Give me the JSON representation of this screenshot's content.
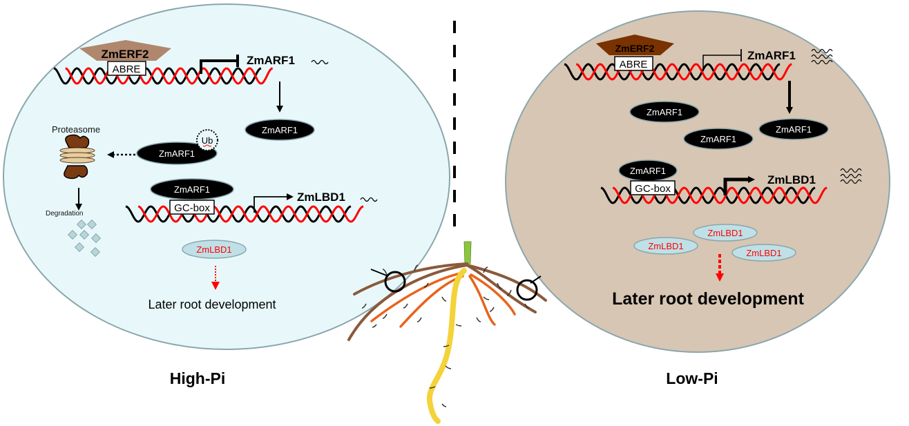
{
  "colors": {
    "high_pi_cell_fill": "#e8f8fa",
    "low_pi_cell_fill": "#d7c6b4",
    "cell_outline": "#8aa6ac",
    "dna_strand_a": "#000000",
    "dna_strand_b": "#ff0000",
    "erf2_high": "#b0876d",
    "erf2_low": "#7a3200",
    "protein_arf1": "#000000",
    "protein_lbd1_fill": "#bfe0e6",
    "protein_lbd1_text": "#ff0000",
    "degradation_fragment": "#b7d5da",
    "proteasome_cap": "#7a3a12",
    "proteasome_ring": "#e6cda0",
    "root_primary": "#f4d33a",
    "root_lateral_brown": "#8a5a3a",
    "root_lateral_orange": "#e8631a",
    "shoot": "#8cc63f"
  },
  "divider": {
    "style": "dashed"
  },
  "high_pi": {
    "condition_label": "High-Pi",
    "erf2_label": "ZmERF2",
    "abre_label": "ABRE",
    "arf1_gene_label": "ZmARF1",
    "arf1_expression_level": "low",
    "arf1_protein_label": "ZmARF1",
    "ub_arf1_label": "ZmARF1",
    "ub_label": "Ub",
    "proteasome_label": "Proteasome",
    "degradation_label": "Degradation",
    "bound_arf1_label": "ZmARF1",
    "gcbox_label": "GC-box",
    "lbd1_gene_label": "ZmLBD1",
    "lbd1_expression_level": "low",
    "lbd1_protein_label": "ZmLBD1",
    "outcome_label": "Later root development"
  },
  "low_pi": {
    "condition_label": "Low-Pi",
    "erf2_label": "ZmERF2",
    "abre_label": "ABRE",
    "arf1_gene_label": "ZmARF1",
    "arf1_expression_level": "high",
    "arf1_proteins": [
      "ZmARF1",
      "ZmARF1",
      "ZmARF1"
    ],
    "bound_arf1_label": "ZmARF1",
    "gcbox_label": "GC-box",
    "lbd1_gene_label": "ZmLBD1",
    "lbd1_expression_level": "high",
    "lbd1_proteins": [
      "ZmLBD1",
      "ZmLBD1",
      "ZmLBD1"
    ],
    "outcome_label": "Later root development"
  }
}
